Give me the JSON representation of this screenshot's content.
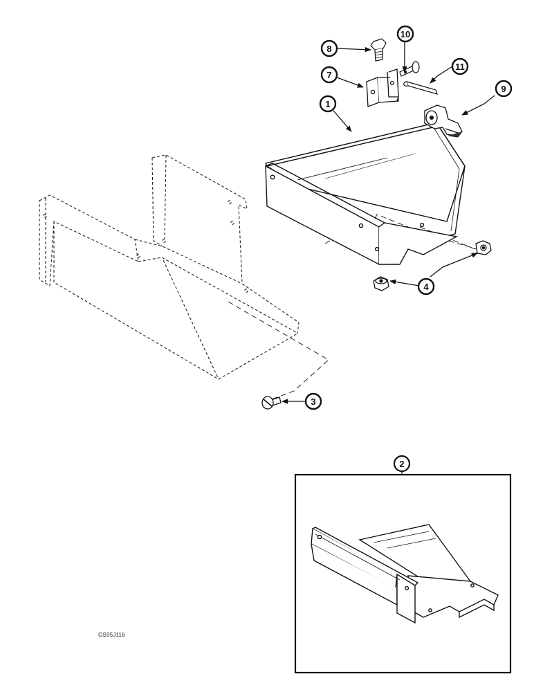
{
  "figure_code": "GS95J116",
  "callouts": {
    "c1": "1",
    "c2": "2",
    "c3": "3",
    "c4": "4",
    "c7": "7",
    "c8": "8",
    "c9": "9",
    "c10": "10",
    "c11": "11"
  }
}
